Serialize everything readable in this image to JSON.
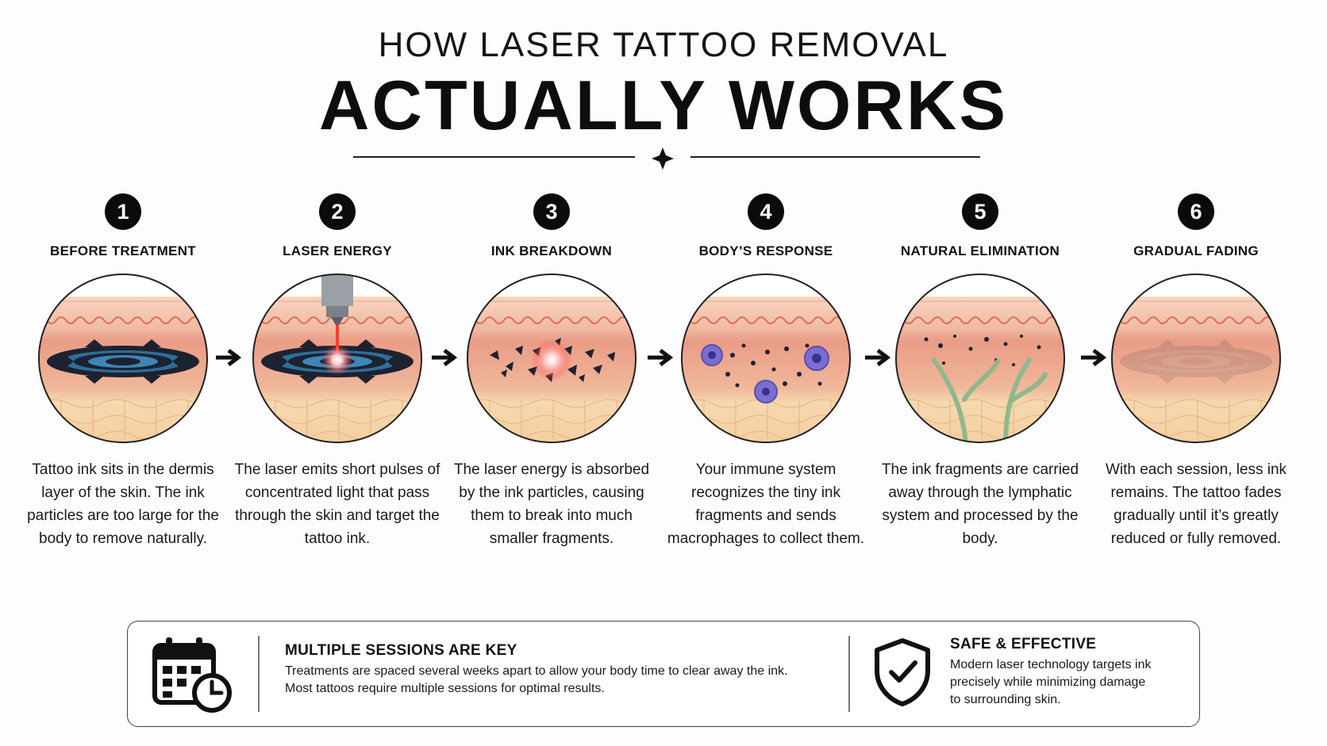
{
  "header": {
    "line1": "HOW LASER TATTOO REMOVAL",
    "line2": "ACTUALLY WORKS"
  },
  "steps": [
    {
      "number": "1",
      "title": "BEFORE TREATMENT",
      "description": "Tattoo ink sits in the dermis layer of the skin. The ink particles are too large for the body to remove naturally."
    },
    {
      "number": "2",
      "title": "LASER ENERGY",
      "description": "The laser emits short pulses of concentrated light that pass through the skin and target the tattoo ink."
    },
    {
      "number": "3",
      "title": "INK BREAKDOWN",
      "description": "The laser energy is absorbed by the ink particles, causing them to break into much smaller fragments."
    },
    {
      "number": "4",
      "title": "BODY’S RESPONSE",
      "description": "Your immune system recognizes the tiny ink fragments and sends macrophages to collect them."
    },
    {
      "number": "5",
      "title": "NATURAL ELIMINATION",
      "description": "The ink fragments are carried away through the lymphatic system and processed by the body."
    },
    {
      "number": "6",
      "title": "GRADUAL FADING",
      "description": "With each session, less ink remains. The tattoo fades gradually until it’s greatly reduced or fully removed."
    }
  ],
  "footer": {
    "sessions": {
      "icon": "calendar-clock-icon",
      "title": "MULTIPLE SESSIONS ARE KEY",
      "line1": "Treatments are spaced several weeks apart to allow your body time to clear away the ink.",
      "line2": "Most tattoos require multiple sessions for optimal results."
    },
    "safety": {
      "icon": "shield-check-icon",
      "title": "SAFE & EFFECTIVE",
      "line1": "Modern laser technology targets ink",
      "line2": "precisely while minimizing damage",
      "line3": "to surrounding skin."
    }
  },
  "colors": {
    "skin_top": "#f3c7ad",
    "skin_dermis": "#efb497",
    "fat_layer": "#f6d2a8",
    "ink": "#1d2230",
    "ink_blue": "#2e6f9a",
    "laser_red": "#e5322d",
    "macrophage": "#7a6fd0",
    "lymph": "#8fb88c"
  }
}
